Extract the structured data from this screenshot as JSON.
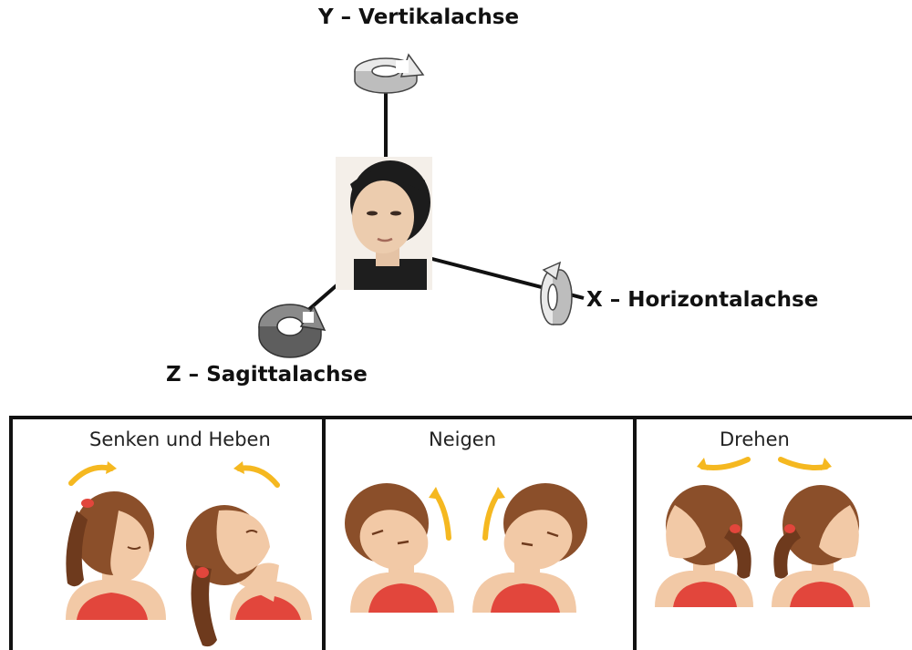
{
  "axes": {
    "y_label": "Y – Vertikalachse",
    "x_label": "X – Horizontalachse",
    "z_label": "Z – Sagittalachse"
  },
  "panels": [
    {
      "title": "Senken und Heben"
    },
    {
      "title": "Neigen"
    },
    {
      "title": "Drehen"
    }
  ],
  "colors": {
    "line": "#111111",
    "arrow": "#f5b820",
    "hair": "#8b4f2a",
    "hair_dark": "#6e3a1d",
    "skin": "#f2c9a6",
    "shirt": "#e2463c",
    "rotation_light": "#e9e9e9",
    "rotation_dark": "#8a8a8a"
  },
  "icons": [
    "rotation-arrow-icon",
    "photo-head-icon",
    "motion-arrow-icon",
    "cartoon-head-icon"
  ]
}
